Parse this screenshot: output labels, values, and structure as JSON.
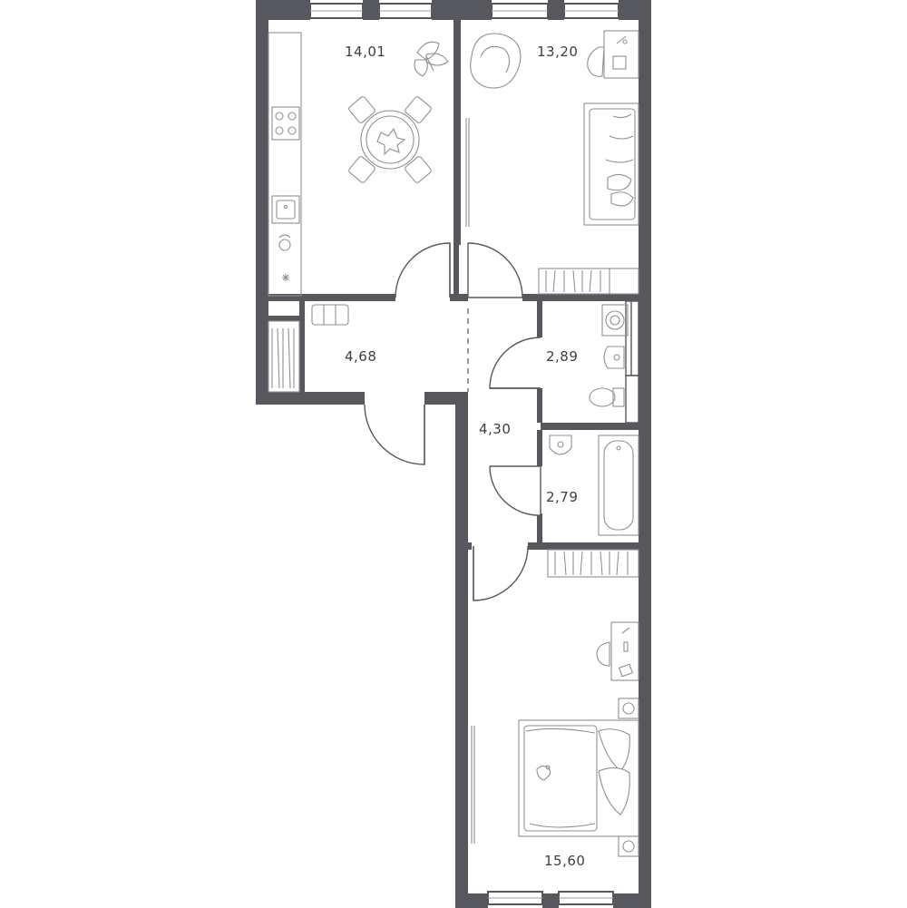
{
  "rooms": {
    "kitchen": {
      "area": "14,01"
    },
    "bedroom_top": {
      "area": "13,20"
    },
    "entry": {
      "area": "4,68"
    },
    "bathroom_top": {
      "area": "2,89"
    },
    "hallway": {
      "area": "4,30"
    },
    "bathroom_bottom": {
      "area": "2,79"
    },
    "bedroom_bottom": {
      "area": "15,60"
    }
  },
  "colors": {
    "wall": "#56585e",
    "furniture": "#8e9095",
    "label": "#3c3e44",
    "background": "#ffffff"
  }
}
